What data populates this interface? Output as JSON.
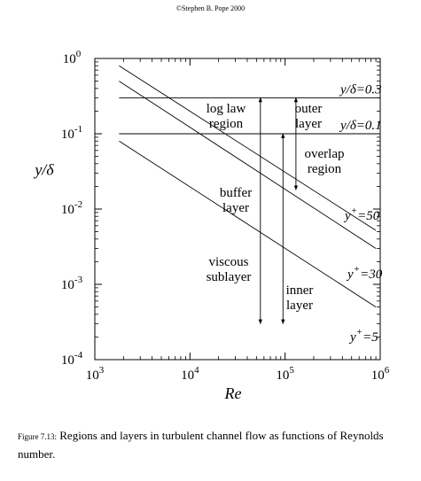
{
  "header": {
    "copyright": "©Stephen B. Pope 2000"
  },
  "caption": {
    "figure_number": "Figure 7.13:",
    "text": "Regions and layers in turbulent channel flow as functions of Reynolds number."
  },
  "chart_data": {
    "type": "line",
    "xlabel": "Re",
    "ylabel": "y/δ",
    "x_scale": "log",
    "y_scale": "log",
    "xlim": [
      1000,
      1000000
    ],
    "ylim": [
      0.0001,
      1
    ],
    "x_ticks": [
      {
        "value": 1000,
        "base": "10",
        "exp": "3"
      },
      {
        "value": 10000,
        "base": "10",
        "exp": "4"
      },
      {
        "value": 100000,
        "base": "10",
        "exp": "5"
      },
      {
        "value": 1000000,
        "base": "10",
        "exp": "6"
      }
    ],
    "y_ticks": [
      {
        "value": 1,
        "base": "10",
        "exp": "0"
      },
      {
        "value": 0.1,
        "base": "10",
        "exp": "-1"
      },
      {
        "value": 0.01,
        "base": "10",
        "exp": "-2"
      },
      {
        "value": 0.001,
        "base": "10",
        "exp": "-3"
      },
      {
        "value": 0.0001,
        "base": "10",
        "exp": "-4"
      }
    ],
    "grid": false,
    "series": [
      {
        "label_pre": "y",
        "label_sup": "+",
        "label_post": "=5",
        "points": [
          {
            "x": 1800,
            "y": 0.08
          },
          {
            "x": 900000,
            "y": 0.0005
          }
        ]
      },
      {
        "label_pre": "y",
        "label_sup": "+",
        "label_post": "=30",
        "points": [
          {
            "x": 1800,
            "y": 0.5
          },
          {
            "x": 900000,
            "y": 0.003
          }
        ]
      },
      {
        "label_pre": "y",
        "label_sup": "+",
        "label_post": "=50",
        "points": [
          {
            "x": 1800,
            "y": 0.8
          },
          {
            "x": 900000,
            "y": 0.0052
          }
        ]
      }
    ],
    "horizontal_lines": [
      {
        "label": "y/δ=0.3",
        "y": 0.3,
        "x_start": 1800,
        "x_end": 1000000
      },
      {
        "label": "y/δ=0.1",
        "y": 0.1,
        "x_start": 1800,
        "x_end": 1000000
      }
    ],
    "region_arrows": [
      {
        "x": 55000,
        "y_top": 0.3,
        "y_bottom": 0.0003
      },
      {
        "x": 95000,
        "y_top": 0.1,
        "y_bottom": 0.0003
      },
      {
        "x": 130000,
        "y_top": 0.3,
        "y_bottom": 0.018
      }
    ],
    "annotations": [
      {
        "lines": [
          "log law",
          "region"
        ]
      },
      {
        "lines": [
          "outer",
          "layer"
        ]
      },
      {
        "lines": [
          "overlap",
          "region"
        ]
      },
      {
        "lines": [
          "buffer",
          "layer"
        ]
      },
      {
        "lines": [
          "viscous",
          "sublayer"
        ]
      },
      {
        "lines": [
          "inner",
          "layer"
        ]
      }
    ]
  }
}
